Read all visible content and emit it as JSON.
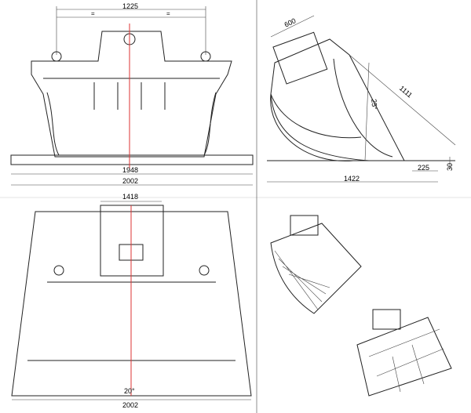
{
  "front_view": {
    "top_width": "1225",
    "equal_left": "=",
    "equal_right": "=",
    "inner_width": "1948",
    "outer_width": "2002"
  },
  "side_view": {
    "top_depth": "600",
    "height": "1111",
    "angle": "25°",
    "edge_length": "225",
    "edge_thickness": "30",
    "depth": "1422"
  },
  "top_view": {
    "plate_width": "1418",
    "angle": "20°",
    "outer_width": "2002"
  },
  "colors": {
    "centerline": "#dd3333",
    "line": "#222222"
  }
}
